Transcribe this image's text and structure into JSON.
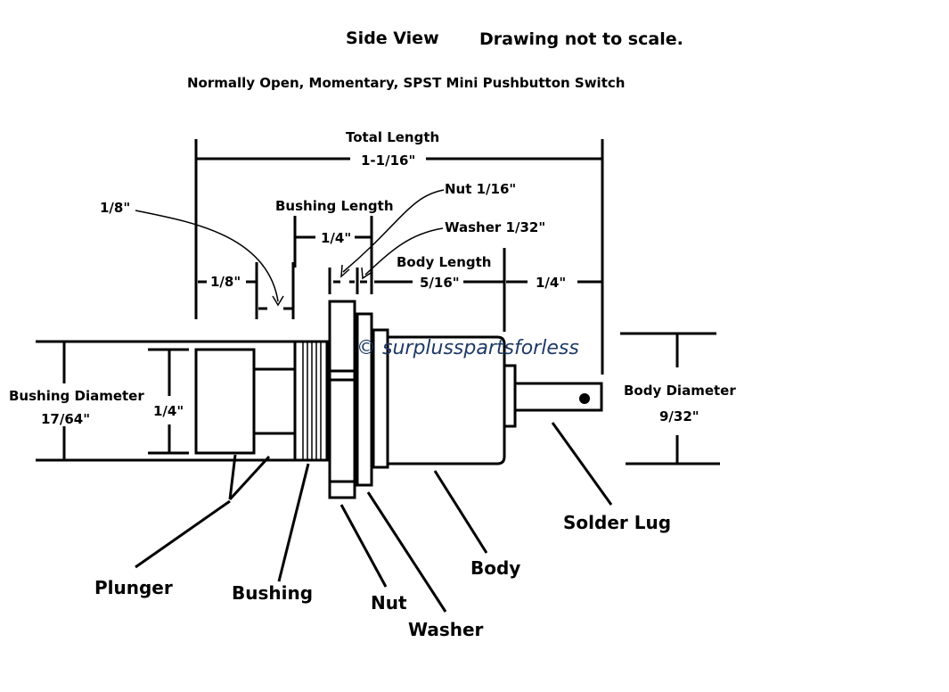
{
  "header": {
    "view": "Side View",
    "note": "Drawing not to scale.",
    "subtitle": "Normally Open, Momentary, SPST Mini Pushbutton Switch"
  },
  "dimensions": {
    "total_length_label": "Total Length",
    "total_length_value": "1-1/16\"",
    "bushing_length_label": "Bushing Length",
    "bushing_length_value": "1/4\"",
    "nut_label": "Nut 1/16\"",
    "washer_label": "Washer 1/32\"",
    "body_length_label": "Body Length",
    "body_length_value": "5/16\"",
    "lug_length_value": "1/4\"",
    "plunger_length_value": "1/8\"",
    "gap_callout_value": "1/8\"",
    "bushing_diameter_label": "Bushing Diameter",
    "bushing_diameter_value": "17/64\"",
    "plunger_diameter_value": "1/4\"",
    "body_diameter_label": "Body Diameter",
    "body_diameter_value": "9/32\""
  },
  "parts": {
    "plunger": "Plunger",
    "bushing": "Bushing",
    "nut": "Nut",
    "washer": "Washer",
    "body": "Body",
    "solder_lug": "Solder Lug"
  },
  "watermark": "© surplusspartsforless"
}
